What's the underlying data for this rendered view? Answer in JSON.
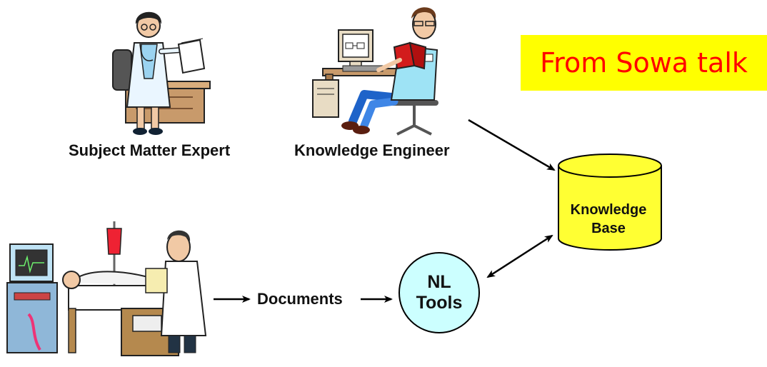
{
  "labels": {
    "subject_matter_expert": "Subject Matter Expert",
    "knowledge_engineer": "Knowledge Engineer",
    "documents": "Documents"
  },
  "callout": {
    "text": "From Sowa talk",
    "background": "#ffff00",
    "color": "#ff0000"
  },
  "knowledge_base": {
    "line1": "Knowledge",
    "line2": "Base",
    "fill": "#ffff33"
  },
  "nl_tools": {
    "line1": "NL",
    "line2": "Tools",
    "fill": "#ccffff"
  }
}
